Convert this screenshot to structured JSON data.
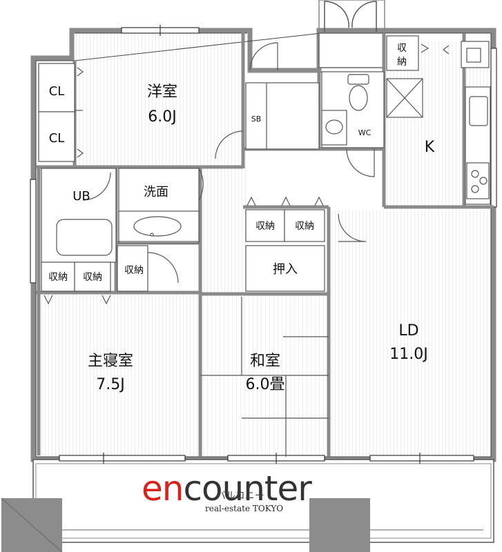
{
  "rooms": {
    "western": {
      "name": "洋室",
      "size": "6.0J"
    },
    "master": {
      "name": "主寝室",
      "size": "7.5J"
    },
    "japanese": {
      "name": "和室",
      "size": "6.0畳"
    },
    "living": {
      "name": "LD",
      "size": "11.0J"
    },
    "kitchen": {
      "name": "K"
    }
  },
  "labels": {
    "cl": "CL",
    "ub": "UB",
    "washroom": "洗面",
    "sb": "SB",
    "wc": "WC",
    "storage": "収納",
    "storage_top_1": "収",
    "storage_top_2": "納",
    "oshiire": "押入"
  },
  "logo": {
    "brand_prefix": "en",
    "brand_suffix": "counter",
    "kana": "バルコニー",
    "tagline": "real-estate TOKYO"
  },
  "colors": {
    "wall": "#8a8a8a",
    "line": "#555555",
    "floor_stripe": "#eeeeee",
    "brand_red": "#d8231b",
    "column": "#8c8c8c"
  }
}
